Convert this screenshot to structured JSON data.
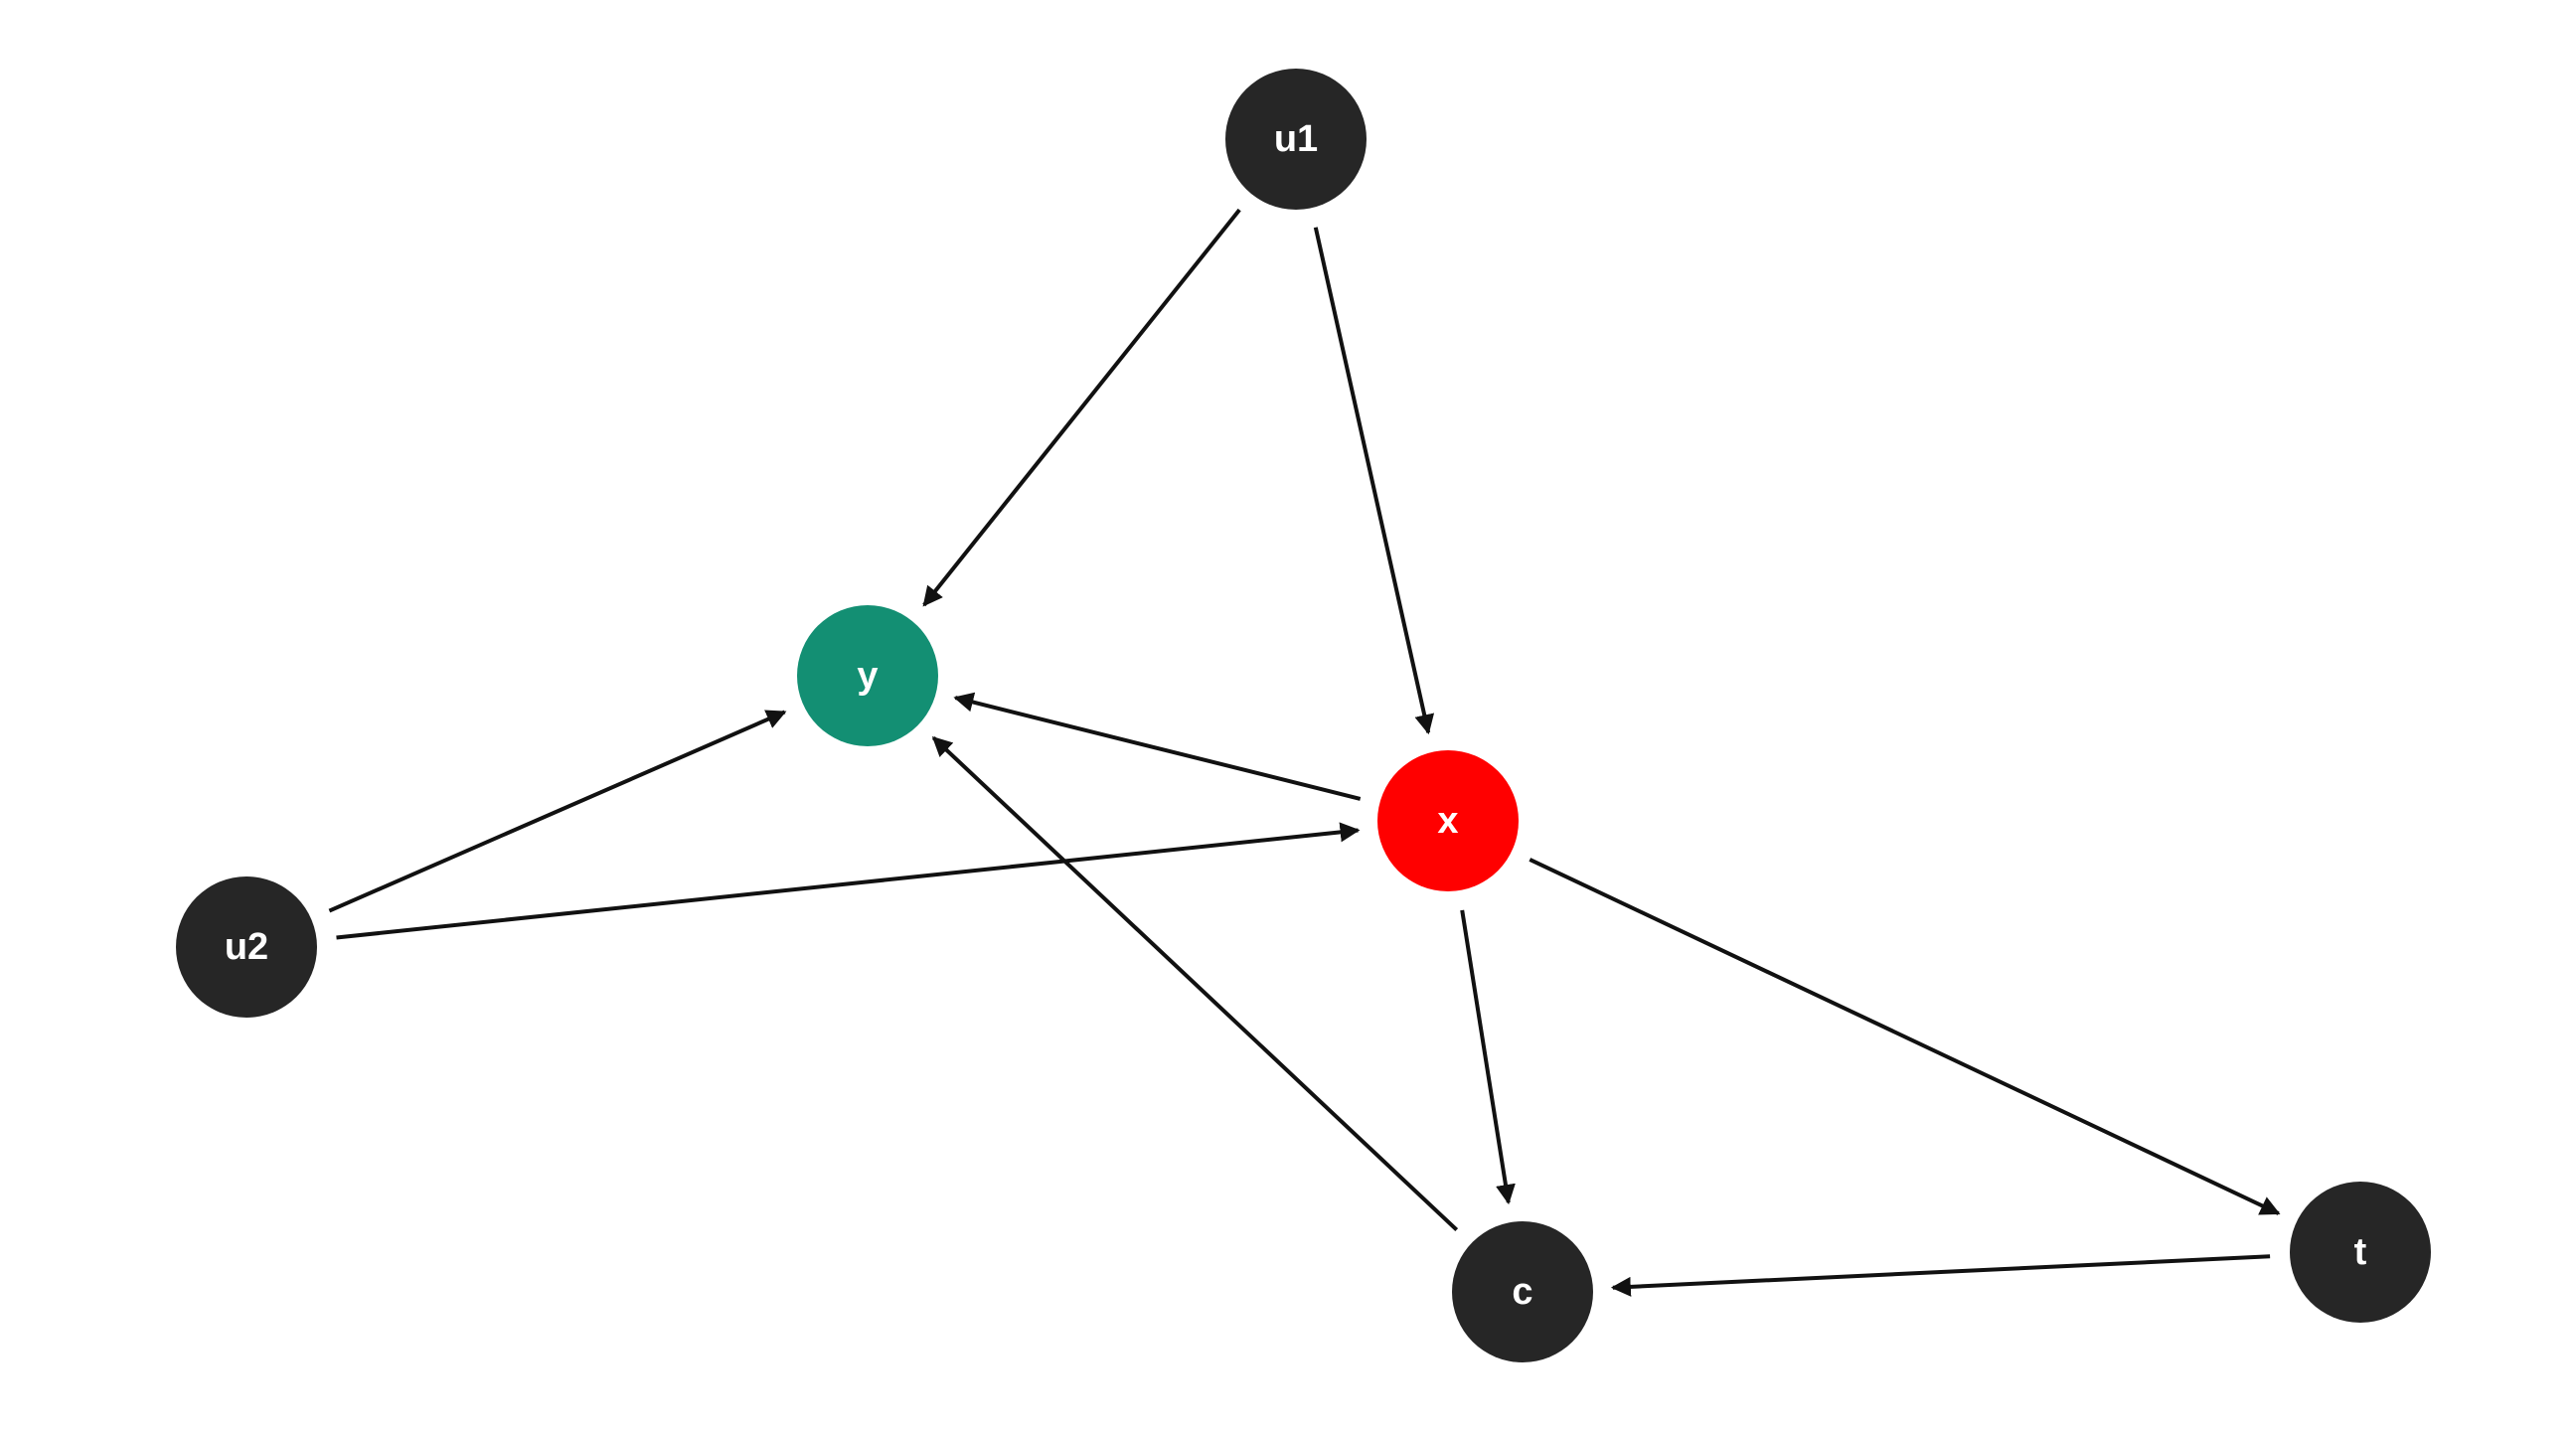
{
  "colors": {
    "default_node": "#262626",
    "outcome_node": "#138f73",
    "exposure_node": "#ff0000",
    "edge": "#111111",
    "label": "#ffffff"
  },
  "nodes": [
    {
      "id": "u1",
      "label": "u1",
      "role": "default"
    },
    {
      "id": "y",
      "label": "y",
      "role": "outcome"
    },
    {
      "id": "x",
      "label": "x",
      "role": "exposure"
    },
    {
      "id": "u2",
      "label": "u2",
      "role": "default"
    },
    {
      "id": "c",
      "label": "c",
      "role": "default"
    },
    {
      "id": "t",
      "label": "t",
      "role": "default"
    }
  ],
  "edges": [
    {
      "from": "u1",
      "to": "y"
    },
    {
      "from": "u1",
      "to": "x"
    },
    {
      "from": "x",
      "to": "y"
    },
    {
      "from": "u2",
      "to": "y"
    },
    {
      "from": "u2",
      "to": "x"
    },
    {
      "from": "c",
      "to": "y"
    },
    {
      "from": "x",
      "to": "c"
    },
    {
      "from": "x",
      "to": "t"
    },
    {
      "from": "t",
      "to": "c"
    }
  ]
}
